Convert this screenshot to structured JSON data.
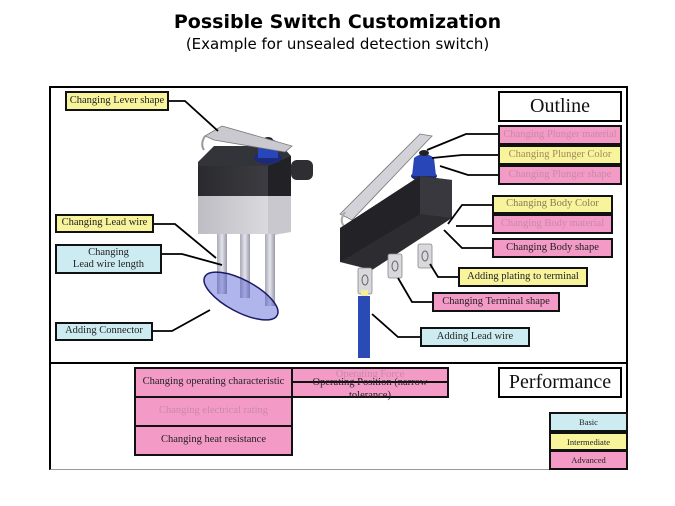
{
  "header": {
    "title": "Possible Switch Customization",
    "subtitle": "(Example for unsealed detection switch)"
  },
  "sections": {
    "outline": "Outline",
    "performance": "Performance"
  },
  "colors": {
    "basic": "#cdecf2",
    "intermediate": "#f7f49c",
    "advanced": "#f39ac6"
  },
  "outline_labels": {
    "lever_shape": {
      "text": "Changing Lever shape",
      "level": "intermediate"
    },
    "lead_wire": {
      "text": "Changing Lead wire",
      "level": "intermediate"
    },
    "lead_wire_length_line1": "Changing",
    "lead_wire_length_line2": "Lead wire length",
    "lead_wire_length_level": "basic",
    "connector": {
      "text": "Adding Connector",
      "level": "basic"
    },
    "plunger_material": {
      "text": "Changing Plunger material",
      "level": "advanced"
    },
    "plunger_color": {
      "text": "Changing Plunger Color",
      "level": "intermediate"
    },
    "plunger_shape": {
      "text": "Changing Plunger shape",
      "level": "advanced"
    },
    "body_color": {
      "text": "Changing Body Color",
      "level": "intermediate"
    },
    "body_material": {
      "text": "Changing Body material",
      "level": "advanced"
    },
    "body_shape": {
      "text": "Changing Body shape",
      "level": "advanced"
    },
    "terminal_plating": {
      "text": "Adding plating to terminal",
      "level": "intermediate"
    },
    "terminal_shape": {
      "text": "Changing Terminal shape",
      "level": "advanced"
    },
    "add_lead_wire": {
      "text": "Adding Lead wire",
      "level": "basic"
    }
  },
  "performance_labels": {
    "operating_characteristic": "Changing operating characteristic",
    "operating_force": "Operating Force",
    "operating_position": "Operating Position (narrow tolerance)",
    "electrical_rating": "Changing electrical rating",
    "heat_resistance": "Changing heat resistance"
  },
  "legend": {
    "basic": "Basic",
    "intermediate": "Intermediate",
    "advanced": "Advanced"
  }
}
